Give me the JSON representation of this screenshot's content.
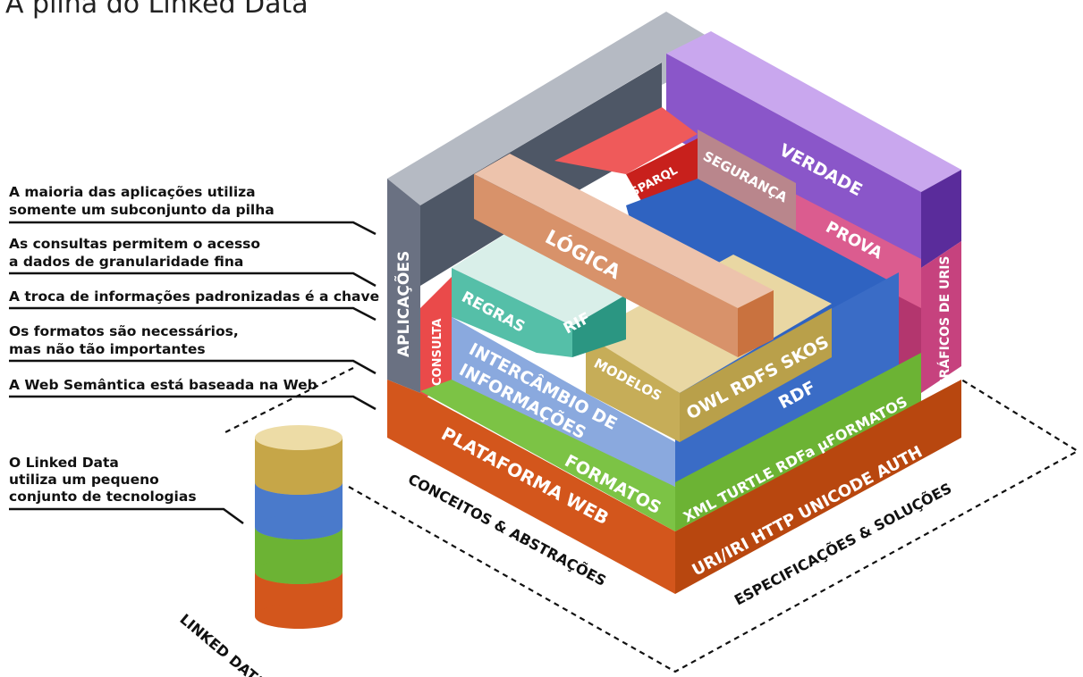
{
  "title": "A pilha do Linked Data",
  "callouts": [
    {
      "lines": [
        "A maioria das aplicações utiliza",
        "somente um subconjunto da pilha"
      ]
    },
    {
      "lines": [
        "As consultas permitem o acesso",
        "a dados de granularidade fina"
      ]
    },
    {
      "lines": [
        "A troca de informações padronizadas é a chave"
      ]
    },
    {
      "lines": [
        "Os formatos são necessários,",
        "mas não tão importantes"
      ]
    },
    {
      "lines": [
        "A Web Semântica está baseada na Web"
      ]
    },
    {
      "lines": [
        "O Linked Data",
        "utiliza um pequeno",
        "conjunto de tecnologias"
      ]
    }
  ],
  "cube": {
    "aplicacoes": "APLICAÇÕES",
    "consulta": "CONSULTA",
    "sparql": "SPARQL",
    "seguranca": "SEGURANÇA",
    "verdade": "VERDADE",
    "prova": "PROVA",
    "logica": "LÓGICA",
    "regras": "REGRAS",
    "rif": "RIF",
    "intercambio_l1": "INTERCÂMBIO DE",
    "intercambio_l2": "INFORMAÇÕES",
    "modelos": "MODELOS",
    "owl": "OWL RDFS SKOS",
    "rdf": "RDF",
    "graficos": "GRÁFICOS DE URIS",
    "formatos": "FORMATOS",
    "formatos_list": "XML TURTLE RDFa µFORMATOS",
    "plataforma": "PLATAFORMA WEB",
    "uri": "URI/IRI HTTP UNICODE AUTH"
  },
  "ground": {
    "conceitos": "CONCEITOS & ABSTRAÇÕES",
    "especificacoes": "ESPECIFICAÇÕES & SOLUÇÕES",
    "linked_data": "LINKED DATA"
  },
  "colors": {
    "orange": "#d3561c",
    "green": "#74bc3f",
    "blue": "#3a6cc6",
    "purple": "#a466d6",
    "pink": "#c6427e",
    "red": "#e64a4a",
    "logica": "#d8926a",
    "teal": "#35a896",
    "tan": "#c6ad58",
    "gray": "#5e6573"
  }
}
